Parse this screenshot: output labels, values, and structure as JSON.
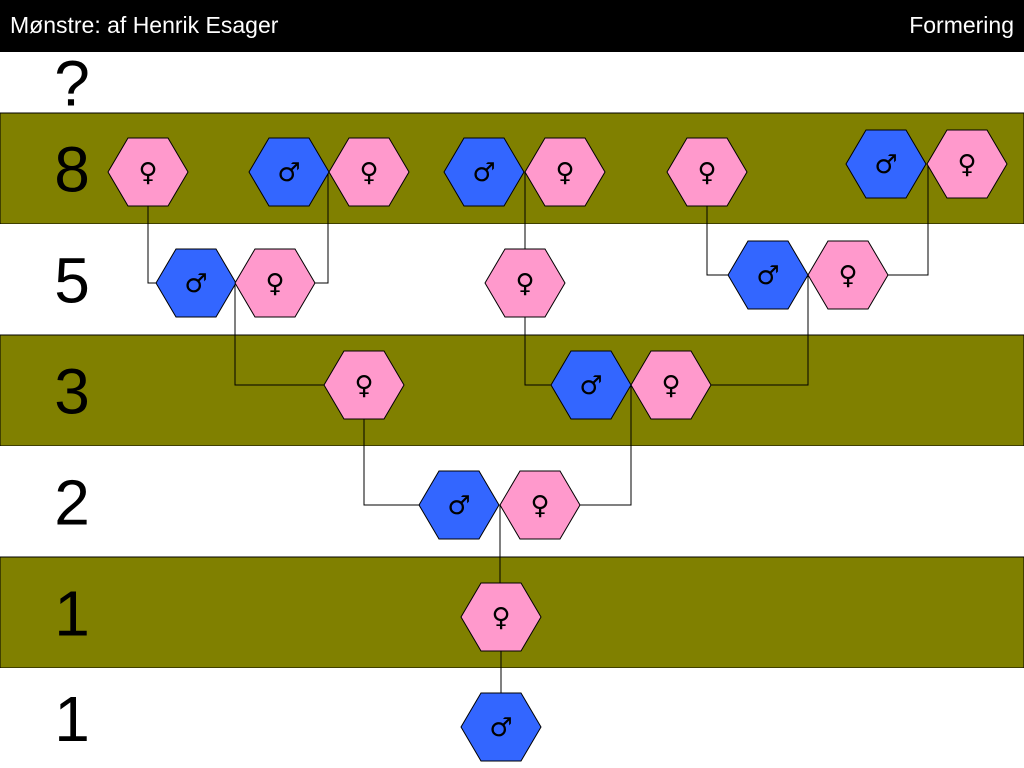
{
  "header": {
    "left": "Mønstre: af Henrik Esager",
    "right": "Formering"
  },
  "colors": {
    "band": "#808000",
    "white": "#ffffff",
    "male": "#3366ff",
    "female": "#ff99cc"
  },
  "symbols": {
    "M": "♂",
    "F": "♀"
  },
  "rows": [
    {
      "label": "?",
      "band": false
    },
    {
      "label": "8",
      "band": true
    },
    {
      "label": "5",
      "band": false
    },
    {
      "label": "3",
      "band": true
    },
    {
      "label": "2",
      "band": false
    },
    {
      "label": "1",
      "band": true
    },
    {
      "label": "1",
      "band": false
    }
  ],
  "individuals": [
    {
      "id": "g8a",
      "sex": "F",
      "row": 1
    },
    {
      "id": "g8b",
      "sex": "M",
      "row": 1
    },
    {
      "id": "g8c",
      "sex": "F",
      "row": 1
    },
    {
      "id": "g8d",
      "sex": "M",
      "row": 1
    },
    {
      "id": "g8e",
      "sex": "F",
      "row": 1
    },
    {
      "id": "g8f",
      "sex": "F",
      "row": 1
    },
    {
      "id": "g8g",
      "sex": "M",
      "row": 1
    },
    {
      "id": "g8h",
      "sex": "F",
      "row": 1
    },
    {
      "id": "g5a",
      "sex": "M",
      "row": 2
    },
    {
      "id": "g5b",
      "sex": "F",
      "row": 2
    },
    {
      "id": "g5c",
      "sex": "F",
      "row": 2
    },
    {
      "id": "g5d",
      "sex": "M",
      "row": 2
    },
    {
      "id": "g5e",
      "sex": "F",
      "row": 2
    },
    {
      "id": "g3a",
      "sex": "F",
      "row": 3
    },
    {
      "id": "g3b",
      "sex": "M",
      "row": 3
    },
    {
      "id": "g3c",
      "sex": "F",
      "row": 3
    },
    {
      "id": "g2a",
      "sex": "M",
      "row": 4
    },
    {
      "id": "g2b",
      "sex": "F",
      "row": 4
    },
    {
      "id": "g1a",
      "sex": "F",
      "row": 5
    },
    {
      "id": "g1b",
      "sex": "M",
      "row": 6
    }
  ],
  "links": [
    {
      "parent": "g8a",
      "child": "g5a"
    },
    {
      "parent": "g8b",
      "child": "g5b"
    },
    {
      "parent": "g8d",
      "child": "g5c"
    },
    {
      "parent": "g8f",
      "child": "g5d"
    },
    {
      "parent": "g8g",
      "child": "g5e"
    },
    {
      "parent": "g5a",
      "child": "g3a"
    },
    {
      "parent": "g5c",
      "child": "g3b"
    },
    {
      "parent": "g5d",
      "child": "g3c"
    },
    {
      "parent": "g3a",
      "child": "g2a"
    },
    {
      "parent": "g3b",
      "child": "g2b"
    },
    {
      "parent": "g2a",
      "child": "g1a"
    },
    {
      "parent": "g1a",
      "child": "g1b"
    }
  ]
}
